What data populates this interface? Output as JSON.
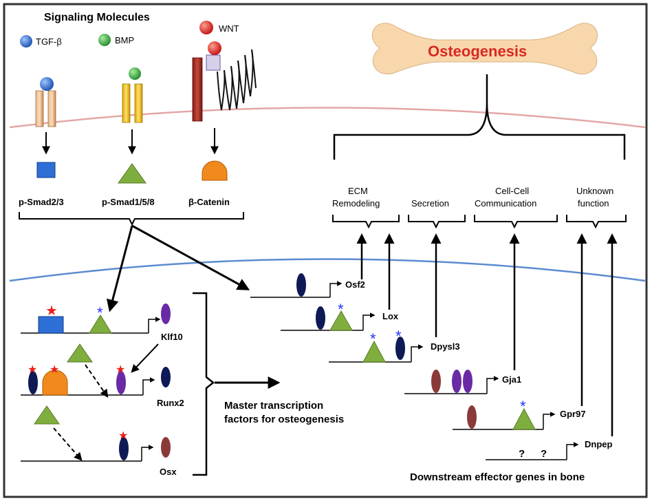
{
  "signaling": {
    "title": "Signaling Molecules",
    "tgfb": "TGF-β",
    "bmp": "BMP",
    "wnt": "WNT"
  },
  "effectors": {
    "smad23": "p-Smad2/3",
    "smad158": "p-Smad1/5/8",
    "catenin": "β-Catenin"
  },
  "osteogenesis": "Osteogenesis",
  "categories": {
    "ecm_line1": "ECM",
    "ecm_line2": "Remodeling",
    "secretion": "Secretion",
    "cell_line1": "Cell-Cell",
    "cell_line2": "Communication",
    "unknown_line1": "Unknown",
    "unknown_line2": "function"
  },
  "master": {
    "genes": {
      "klf10": "Klf10",
      "runx2": "Runx2",
      "osx": "Osx"
    },
    "label_line1": "Master transcription",
    "label_line2": "factors for osteogenesis"
  },
  "downstream": {
    "genes": {
      "osf2": "Osf2",
      "lox": "Lox",
      "dpysl3": "Dpysl3",
      "gja1": "Gja1",
      "gpr97": "Gpr97",
      "dnpep": "Dnpep"
    },
    "unknown_mark": "?",
    "label": "Downstream effector genes in bone"
  },
  "colors": {
    "tgfb_blue": "#2e6fd6",
    "bmp_green": "#3bb44a",
    "wnt_red": "#e8201c",
    "triangle_green": "#7fae3e",
    "navy_oval": "#0e1a55",
    "purple_oval": "#6a2aa6",
    "brown_oval": "#8b3a3a",
    "orange_catenin": "#f08a1c",
    "bone_fill": "#f8d7ad",
    "membrane_pink": "#e3a7a7",
    "nucleus_blue": "#5b8bd0"
  }
}
